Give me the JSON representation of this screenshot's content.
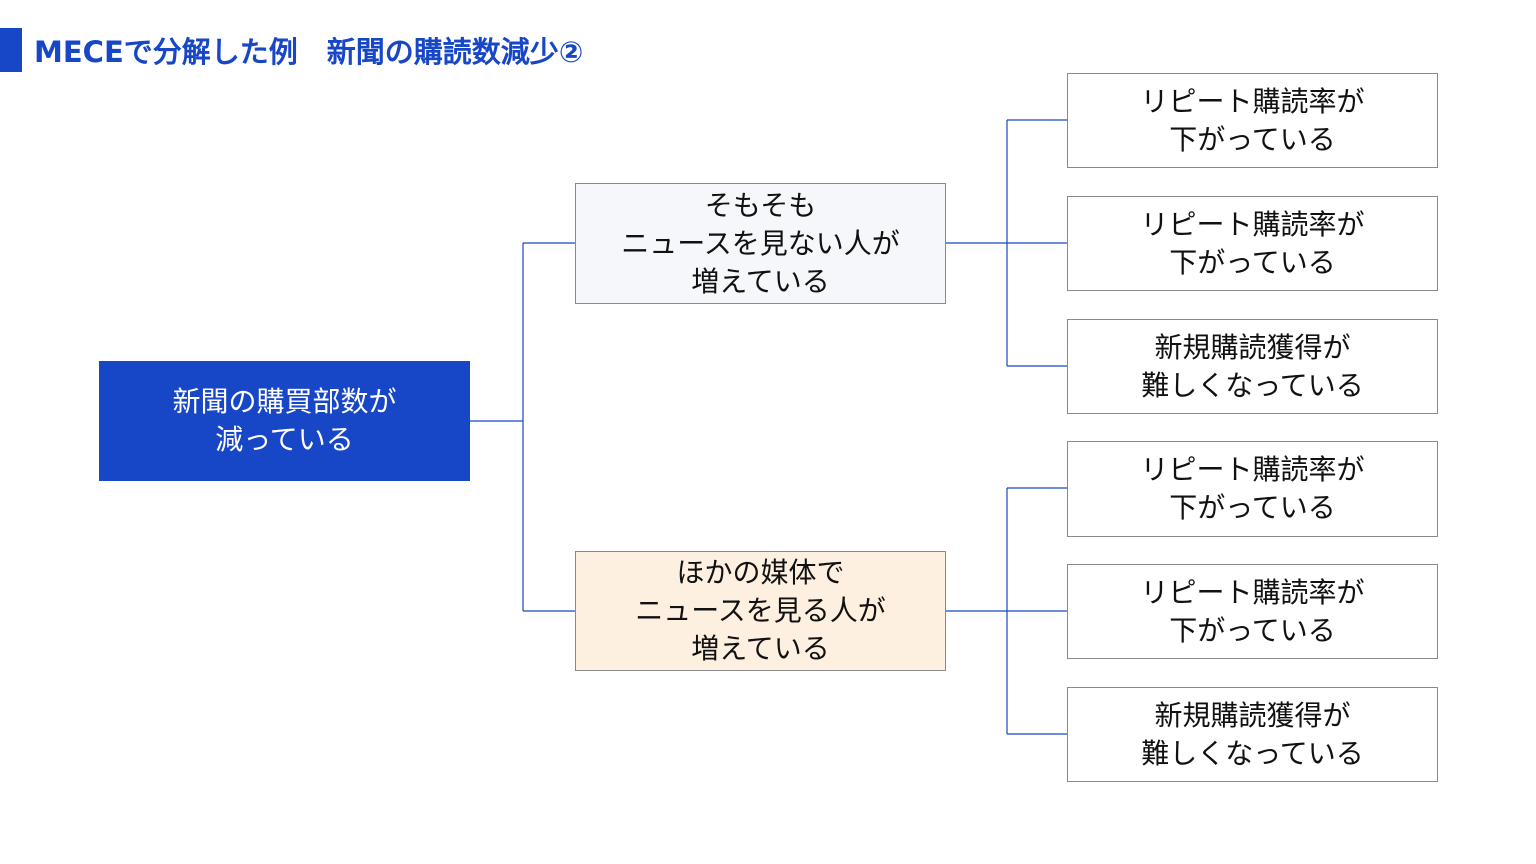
{
  "title": "MECEで分解した例　新聞の購読数減少②",
  "colors": {
    "accent": "#1747c7",
    "branch_a_fill": "#f5f7fa",
    "branch_b_fill": "#fdf0e0",
    "connector": "#1747c7"
  },
  "tree": {
    "root": "新聞の購買部数が\n減っている",
    "branches": [
      {
        "label": "そもそも\nニュースを見ない人が\n増えている",
        "leaves": [
          "リピート購読率が\n下がっている",
          "リピート購読率が\n下がっている",
          "新規購読獲得が\n難しくなっている"
        ]
      },
      {
        "label": "ほかの媒体で\nニュースを見る人が\n増えている",
        "leaves": [
          "リピート購読率が\n下がっている",
          "リピート購読率が\n下がっている",
          "新規購読獲得が\n難しくなっている"
        ]
      }
    ]
  }
}
